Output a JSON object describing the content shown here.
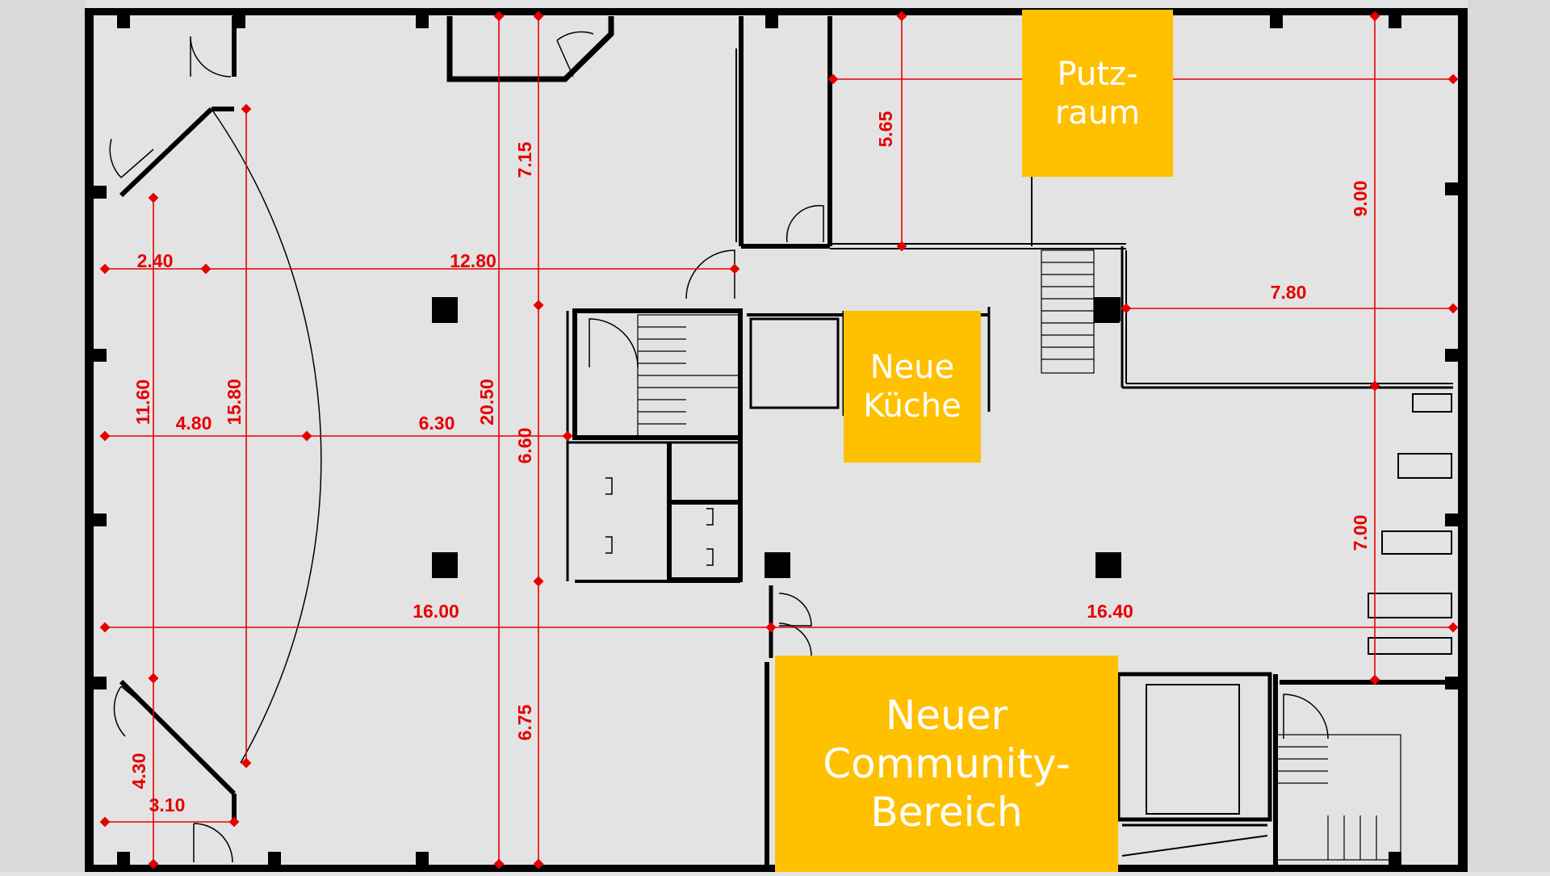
{
  "colors": {
    "background": "#e3e3e3",
    "wall": "#000000",
    "dimension": "#e60000",
    "highlight": "#ffc000",
    "highlight_text": "#ffffff"
  },
  "rooms": {
    "putzraum": "Putz-\nraum",
    "kueche": "Neue\nKüche",
    "community": "Neuer\nCommunity-\nBereich"
  },
  "dimensions": {
    "d_2_40": "2.40",
    "d_12_80": "12.80",
    "d_11_60": "11.60",
    "d_4_80": "4.80",
    "d_15_80": "15.80",
    "d_6_30": "6.30",
    "d_20_50": "20.50",
    "d_7_15": "7.15",
    "d_6_60": "6.60",
    "d_16_00": "16.00",
    "d_6_75": "6.75",
    "d_4_30": "4.30",
    "d_3_10": "3.10",
    "d_5_65": "5.65",
    "d_9_00": "9.00",
    "d_7_80": "7.80",
    "d_16_40": "16.40",
    "d_7_00": "7.00"
  }
}
